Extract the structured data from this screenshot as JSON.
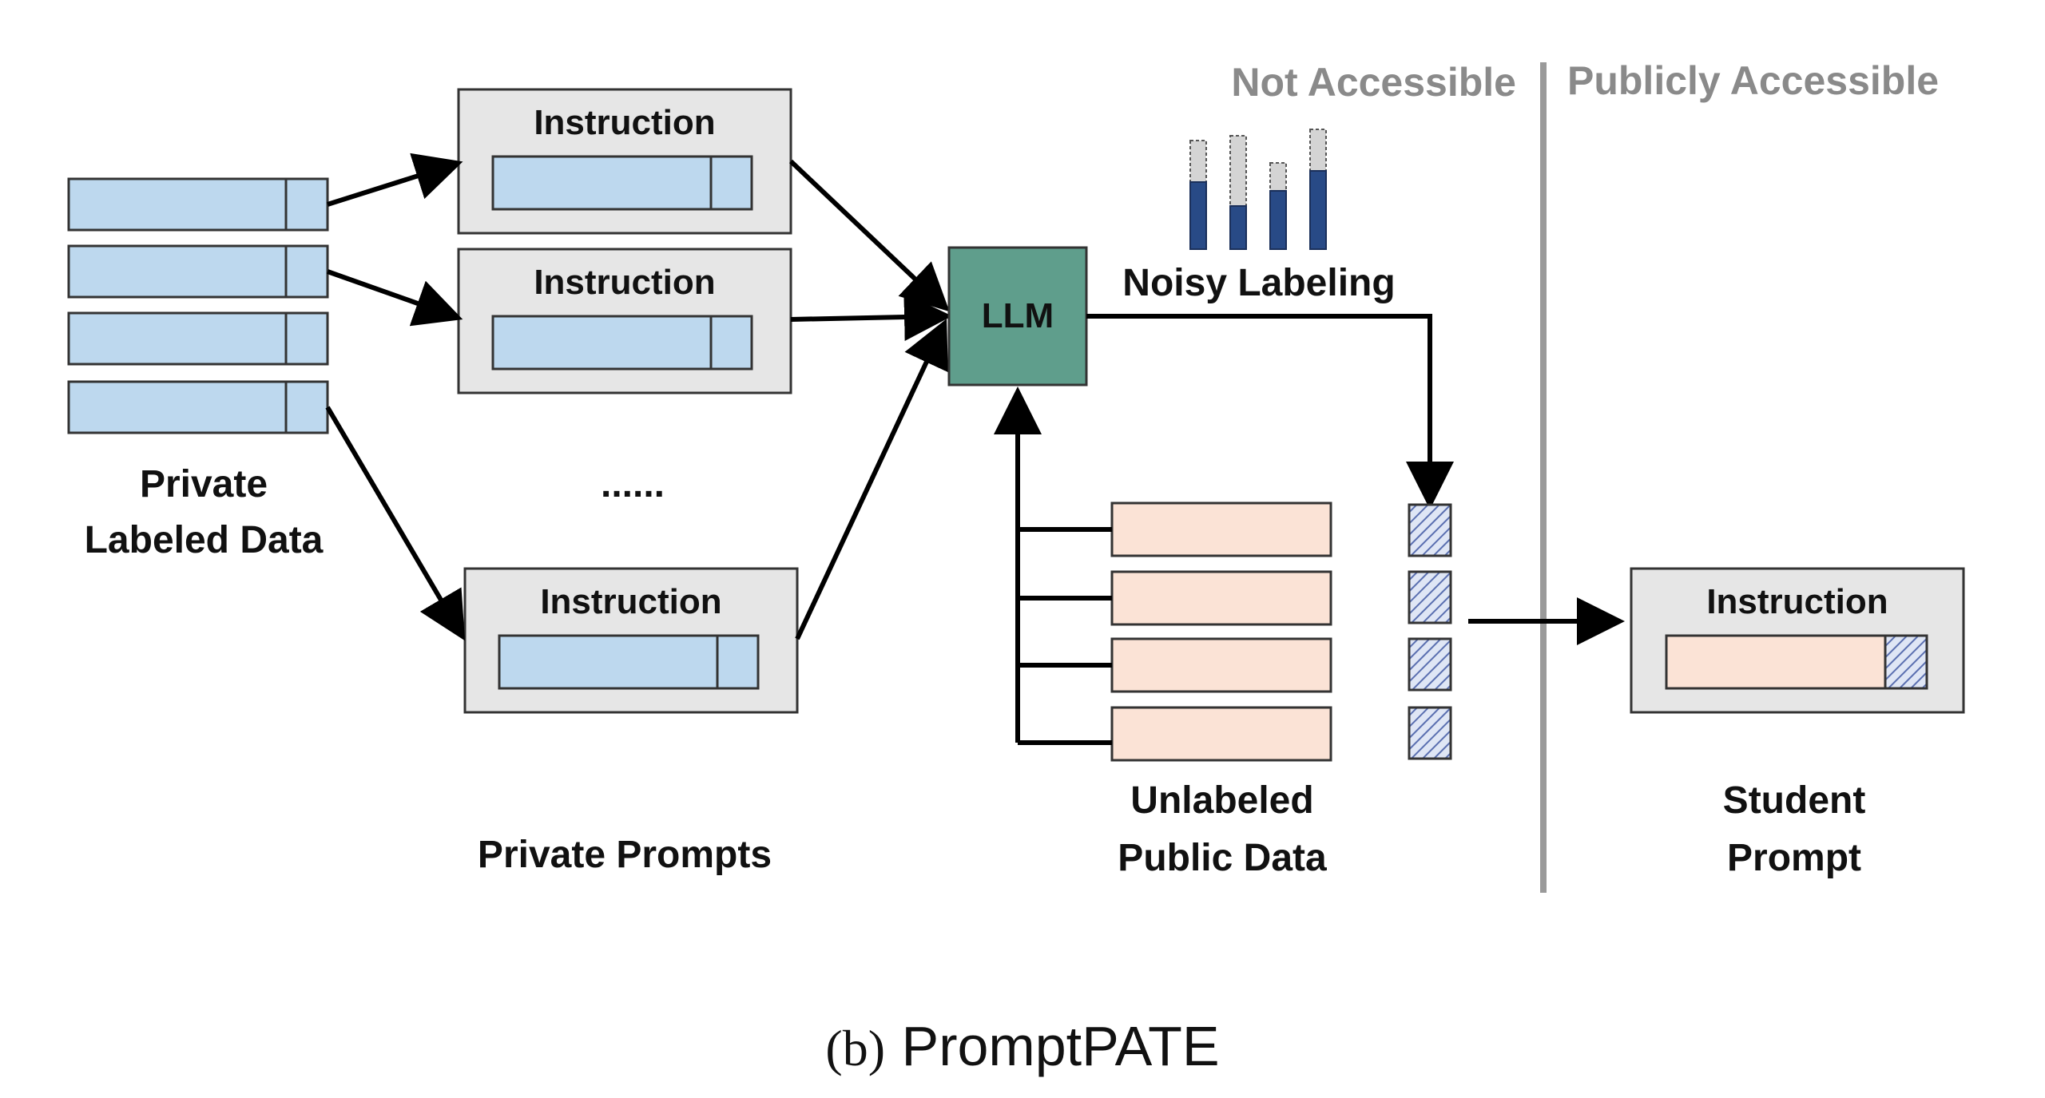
{
  "diagram": {
    "instruction_label": "Instruction",
    "private_data_label_line1": "Private",
    "private_data_label_line2": "Labeled Data",
    "private_prompts_label": "Private Prompts",
    "ellipsis": "......",
    "llm_label": "LLM",
    "noisy_labeling_label": "Noisy Labeling",
    "unlabeled_label_line1": "Unlabeled",
    "unlabeled_label_line2": "Public Data",
    "not_accessible_label": "Not Accessible",
    "publicly_accessible_label": "Publicly Accessible",
    "student_label_line1": "Student",
    "student_label_line2": "Prompt",
    "caption_prefix": "(b)",
    "caption_title": "PromptPATE"
  },
  "vote_histogram": {
    "bars": [
      {
        "fill": 0.62
      },
      {
        "fill": 0.38
      },
      {
        "fill": 0.68
      },
      {
        "fill": 0.65
      }
    ]
  },
  "colors": {
    "private_blue": "#bdd8ee",
    "public_peach": "#fbe3d6",
    "llm_teal": "#5f9e8c",
    "prompt_box_gray": "#e6e6e6",
    "vote_bar_blue": "#284a86",
    "divider_gray": "#9a9a9a"
  }
}
